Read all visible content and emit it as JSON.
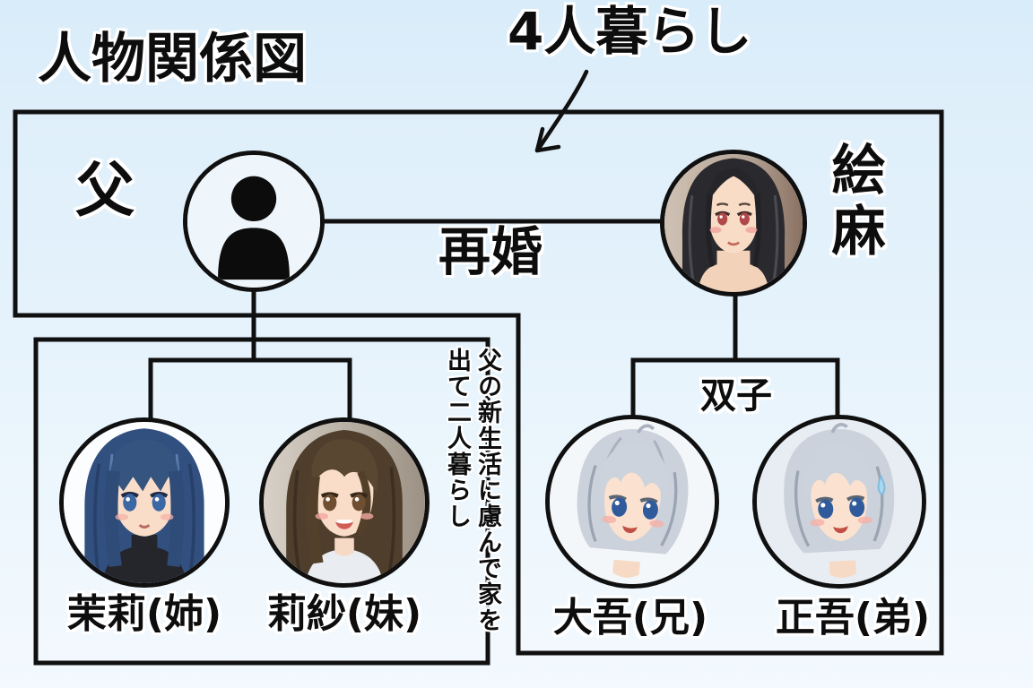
{
  "diagram": {
    "title": "人物関係図",
    "household_note": "4人暮らし",
    "marriage_label": "再婚",
    "twins_label": "双子",
    "father": {
      "label": "父"
    },
    "mother": {
      "name": "絵麻",
      "hair_color": "#2a2a2e",
      "eye_color": "#b04748"
    },
    "daughters_note": {
      "full_text": "父の新生活に慮んで家を出て二人暮らし",
      "columns": [
        "父の新生活に慮んで家を",
        "出て二人暮らし"
      ]
    },
    "children": {
      "daughters": [
        {
          "name": "茉莉(姉)",
          "hair_color": "#32507f",
          "eye_color": "#3b67a4"
        },
        {
          "name": "莉紗(妹)",
          "hair_color": "#55432f",
          "eye_color": "#6f4e31"
        }
      ],
      "sons": [
        {
          "name": "大吾(兄)",
          "hair_color": "#ccd2db",
          "eye_color": "#2f5b9d"
        },
        {
          "name": "正吾(弟)",
          "hair_color": "#ccd2db",
          "eye_color": "#2f5b9d"
        }
      ]
    },
    "colors": {
      "background_top": "#d8ecf9",
      "background_bottom": "#f3f9fe",
      "line": "#101010",
      "text": "#0d0d0d",
      "text_halo": "#ffffff"
    }
  }
}
